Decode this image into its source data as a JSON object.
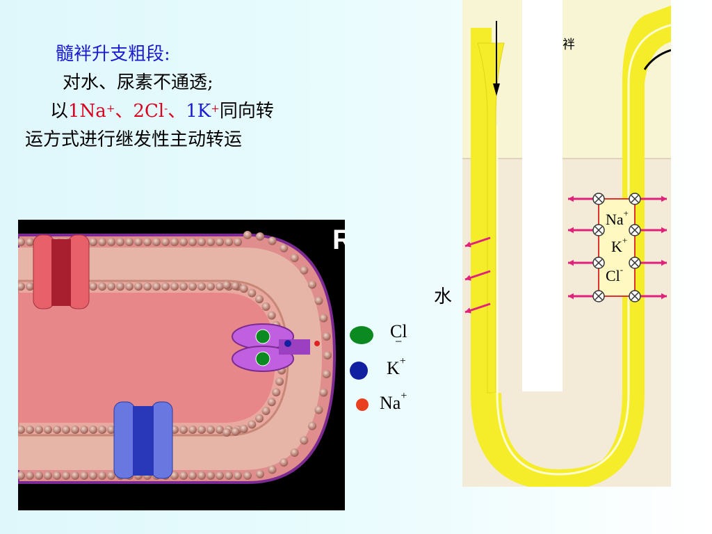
{
  "text": {
    "title": "髓袢升支粗段:",
    "line1": "对水、尿素不通透;",
    "line2_prefix": "以",
    "na_coef": "1Na",
    "sep1": "、",
    "cl_coef": "2Cl",
    "sep2": "、",
    "k_coef": "1K",
    "line2_suffix": "同向转",
    "line3": "运方式进行继发性主动转运",
    "plus": "+",
    "minus": "-"
  },
  "legend": {
    "cl": "Cl",
    "cl_minus": "−",
    "k": "K",
    "na": "Na",
    "plus": "+"
  },
  "diagram": {
    "water": "水",
    "na": "Na",
    "k": "K",
    "cl": "Cl",
    "plus": "+",
    "minus": "-",
    "corner_label": "袢",
    "cut_letter": "R"
  },
  "colors": {
    "cl": "#0a8a20",
    "k": "#1020a0",
    "na": "#e84020",
    "tubule_yellow": "#f5ec2a",
    "arrow_pink": "#e0207a"
  }
}
